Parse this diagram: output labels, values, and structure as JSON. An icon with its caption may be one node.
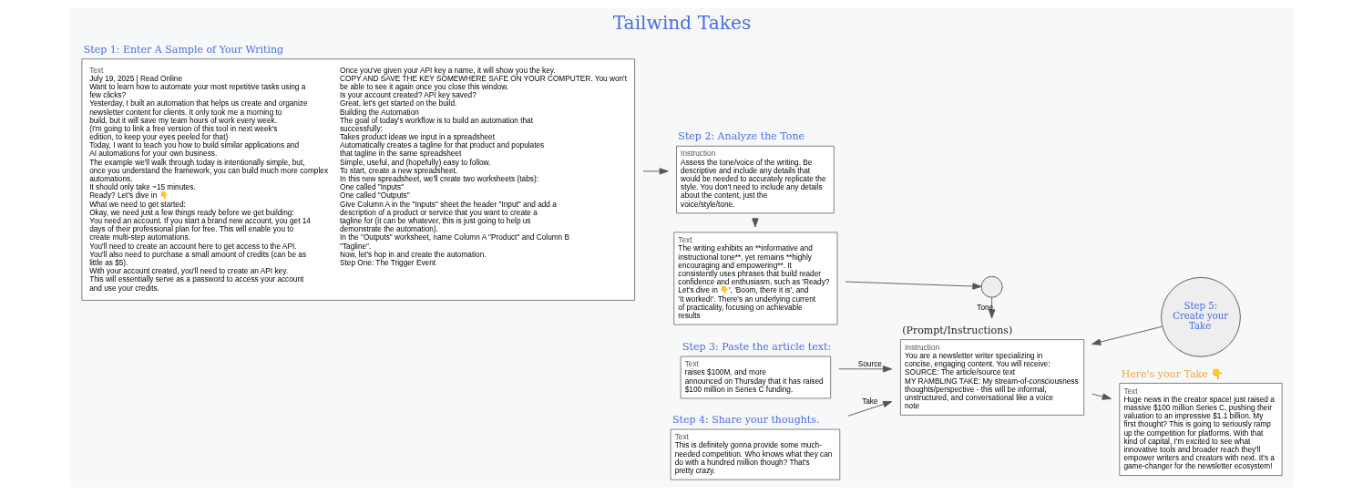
{
  "diagram": {
    "title": "Tailwind Takes",
    "nodes": [
      {
        "text": [
          "Step 1: Enter A Sample of Your Writing",
          "Text",
          "July 19, 2025 | Read Online",
          "Want to learn how to automate your most repetitive tasks using a few clicks?",
          "Yesterday, I built an automation that helps us create and organize newsletter content for clients. It only took me a morning to build, but it will save my team hours of work every week.",
          "(I'm going to link a free version of this tool in next week's edition, to keep your eyes peeled for that)",
          "Today, I want to teach you how to build similar applications and AI automations for your own business.",
          "The example we'll walk through today is intentionally simple, but, once you understand the framework, you can build much more complex automations.",
          "It should only take ~15 minutes.",
          "Ready? Let's dive in 👇",
          "What we need to get started:",
          "Okay, we need just a few things ready before we get building:",
          "You need an account. If you start a brand new account, you get 14 days of their professional plan for free. This will enable you to create multi-step automations.",
          "You'll need to create an account here to get access to the API. You'll also need to purchase a small amount of credits (can be as little as $5).",
          "With your account created, you'll need to create an API key.",
          "This will essentially serve as a password to access your account and use your credits.",
          "Once you've given your API key a name, it will show you the key.",
          "COPY AND SAVE THE KEY SOMEWHERE SAFE ON YOUR COMPUTER. You won't be able to see it again once you close this window.",
          "Is your account created? API key saved?",
          "Great, let's get started on the build.",
          "Building the Automation",
          "The goal of today's workflow is to build an automation that successfully:",
          "Takes product ideas we input in a spreadsheet",
          "Automatically creates a tagline for that product and populates that tagline in the same spreadsheet",
          "Simple, useful, and (hopefully) easy to follow.",
          "To start, create a new spreadsheet.",
          "In this new spreadsheet, we'll create two worksheets (tabs):",
          "One called \"Inputs\"",
          "One called \"Outputs\"",
          "Give Column A in the \"Inputs\" sheet the header \"Input\" and add a description of a product or service that you want to create a tagline for (it can be whatever, this is just going to help us demonstrate the automation).",
          "In the \"Outputs\" worksheet, name Column A \"Product\" and Column B \"Tagline\".",
          "Now, let's hop in and create the automation.",
          "Step One: The Trigger Event"
        ]
      },
      {
        "text": [
          "Step 2: Analyze the Tone",
          "Instruction",
          "Assess the tone/voice of the writing. Be descriptive and include any details that would be needed to accurately replicate the style. You don't need to include any details about the content, just the voice/style/tone."
        ]
      },
      {
        "text": [
          "Text",
          "The writing exhibits an **informative and instructional tone**, yet remains **highly encouraging and empowering**. It consistently uses phrases that build reader confidence and enthusiasm, such as 'Ready? Let's dive in 👇', 'Boom, there it is', and 'It worked!'. There's an underlying current of practicality, focusing on achievable results"
        ]
      },
      {
        "text": [],
        "shape": "circle"
      },
      {
        "text": [
          "Step 3: Paste the article text:",
          "Text",
          "raises $100M, and more",
          "announced on Thursday that it has raised $100 million in Series C funding."
        ]
      },
      {
        "text": [
          "Step 4: Share your thoughts.",
          "Text",
          "This is definitely gonna provide some much-needed competition. Who knows what they can do with a hundred million though? That's pretty crazy."
        ]
      },
      {
        "text": [
          "Step 5: Create your Take"
        ]
      },
      {
        "text": [
          "(Prompt/Instructions)",
          "Instruction",
          "You are a newsletter writer specializing in concise, engaging content. You will receive:",
          "SOURCE: The article/source text",
          "MY RAMBLING TAKE: My stream-of-consciousness thoughts/perspective - this will be informal, unstructured, and conversational like a voice note"
        ]
      },
      {
        "text": [
          "Here's your Take 👇",
          "Text",
          "Huge news in the creator space! just raised a massive $100 million Series C, pushing their valuation to an impressive $1.1 billion. My first thought? This is going to seriously ramp up the competition for platforms. With that kind of capital, I'm excited to see what innovative tools and broader reach they'll empower writers and creators with next. It's a game-changer for the newsletter ecosystem!"
        ]
      }
    ],
    "edges": [
      {
        "from": 0,
        "to": 1,
        "arrow": "to"
      },
      {
        "from": 1,
        "to": 2,
        "arrow": "to"
      },
      {
        "from": 2,
        "to": 3,
        "arrow": "to"
      },
      {
        "from": 3,
        "to": 7,
        "arrow": "to",
        "label": "Tone"
      },
      {
        "from": 4,
        "to": 7,
        "arrow": "to",
        "label": "Source"
      },
      {
        "from": 5,
        "to": 7,
        "arrow": "to",
        "label": "Take"
      },
      {
        "from": 6,
        "to": 7,
        "arrow": "to"
      },
      {
        "from": 7,
        "to": 8,
        "arrow": "to"
      }
    ]
  }
}
